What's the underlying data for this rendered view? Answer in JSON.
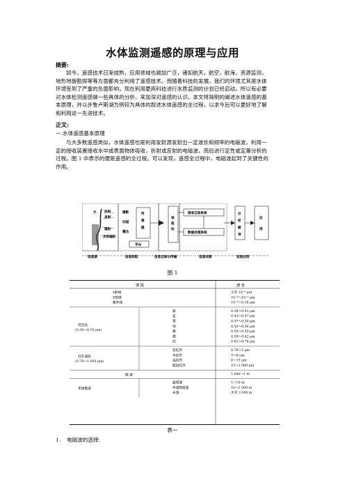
{
  "title": "水体监测遥感的原理与应用",
  "abstract": {
    "label": "摘要:",
    "lines": [
      "如今，遥感技术日渐成熟，应用领域也越加广泛，诸如航天，航空，航海，资源监测，",
      "地形地貌勘探等等方面都充分利用了遥感技术。而随着科技的发展，我们的环境尤其是水体",
      "环境受到了严重的负面影响，现在利用更高科技进行水质监测的计划已经启动，所以有必要",
      "对水体检测遥感做一些具体的分析，来加深对遥感的认识。本文将简明的阐述水体遥感的基",
      "本原理，并以步鲁卢斯湖为例较为具体的叙述水体遥感的全过程，以求今后可以更好地了解",
      "和利用这一先进技术。"
    ]
  },
  "body": {
    "label": "正文:",
    "section_heading": "一.水体遥感基本原理",
    "lines": [
      "与大多数遥感类似，水体遥感也是利用发射源发射出一定波长和频率的电磁波，利用一",
      "定的接收装置接收水中或表面物体吸收，折射或反射的电磁波，而后进行定性或定量分析的",
      "过程。图 1 中表示的便是遥感的全过程。可以发现，遥感全过程中，电磁波起到了关键性的",
      "作用。"
    ]
  },
  "figure1": {
    "caption": "图  1",
    "source_labels": [
      "大",
      "反射",
      "发射",
      "辐射",
      "太阳辐射"
    ],
    "col2_labels": [
      "摄影",
      "扫描",
      "雷达"
    ],
    "sensor_label": [
      "传",
      "感",
      "器"
    ],
    "platform_label": "平台",
    "receive_label": [
      "地",
      "面",
      "站"
    ],
    "record_label": "接收记录系统",
    "process_label": "数据处理系统",
    "analysis_label": [
      "分",
      "析",
      "解",
      "译"
    ],
    "apply_label": [
      "应",
      "用"
    ],
    "stages": [
      "信息源",
      "信息获取",
      "信息记录与传输",
      "信息处理",
      "信息应用"
    ]
  },
  "table1": {
    "caption": "表一",
    "header": [
      "波    段",
      "波    长"
    ],
    "rows": [
      {
        "group": "",
        "sub": [
          "γ射线",
          "X射线",
          "紫外线"
        ],
        "values": [
          "小于 10⁻⁶ μm",
          "10⁻⁶～10⁻³ μm",
          "10⁻³～0.38 μm"
        ]
      },
      {
        "group": "可见光",
        "group2": "(0.38～0.76 μm)",
        "sub": [
          "紫",
          "蓝",
          "青",
          "绿",
          "黄",
          "橙",
          "红"
        ],
        "values": [
          "0.38～0.43 μm",
          "0.43～0.47 μm",
          "0.47～0.50 μm",
          "0.50～0.56 μm",
          "0.56～0.59 μm",
          "0.59～0.62 μm",
          "0.62～0.76 μm"
        ]
      },
      {
        "group": "红外波段",
        "group2": "(0.76～1 000 μm)",
        "sub": [
          "近红外",
          "中红外",
          "远红外",
          "超远红外"
        ],
        "values": [
          "0.76～3 μm",
          "3～6 μm",
          "6～15 μm",
          "15～1 000 μm"
        ]
      },
      {
        "group": "微    波",
        "sub": [],
        "values": [
          "1 mm～1 m"
        ]
      },
      {
        "group": "无线电波",
        "sub": [
          "超短波",
          "中波和短波",
          "长波"
        ],
        "values": [
          "1～10 m",
          "10～3 000 m",
          "大于 3 000 m"
        ]
      }
    ]
  },
  "list": {
    "item1_num": "1.",
    "item1_text": "电磁波的选择:"
  }
}
